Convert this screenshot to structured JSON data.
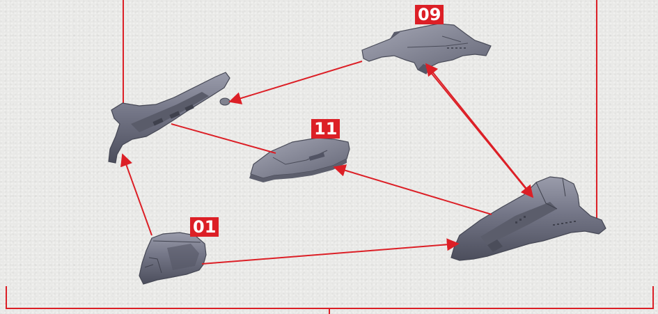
{
  "parts": [
    {
      "id": "top-right-fin",
      "label": "09"
    },
    {
      "id": "center-plate",
      "label": "11"
    },
    {
      "id": "cockpit-canopy",
      "label": "01"
    },
    {
      "id": "left-wing",
      "label": ""
    },
    {
      "id": "main-hull",
      "label": ""
    }
  ],
  "colors": {
    "accent": "#dc1f26",
    "part_fill": "#6f7181",
    "background": "#e9e9e7",
    "label_text": "#ffffff"
  }
}
